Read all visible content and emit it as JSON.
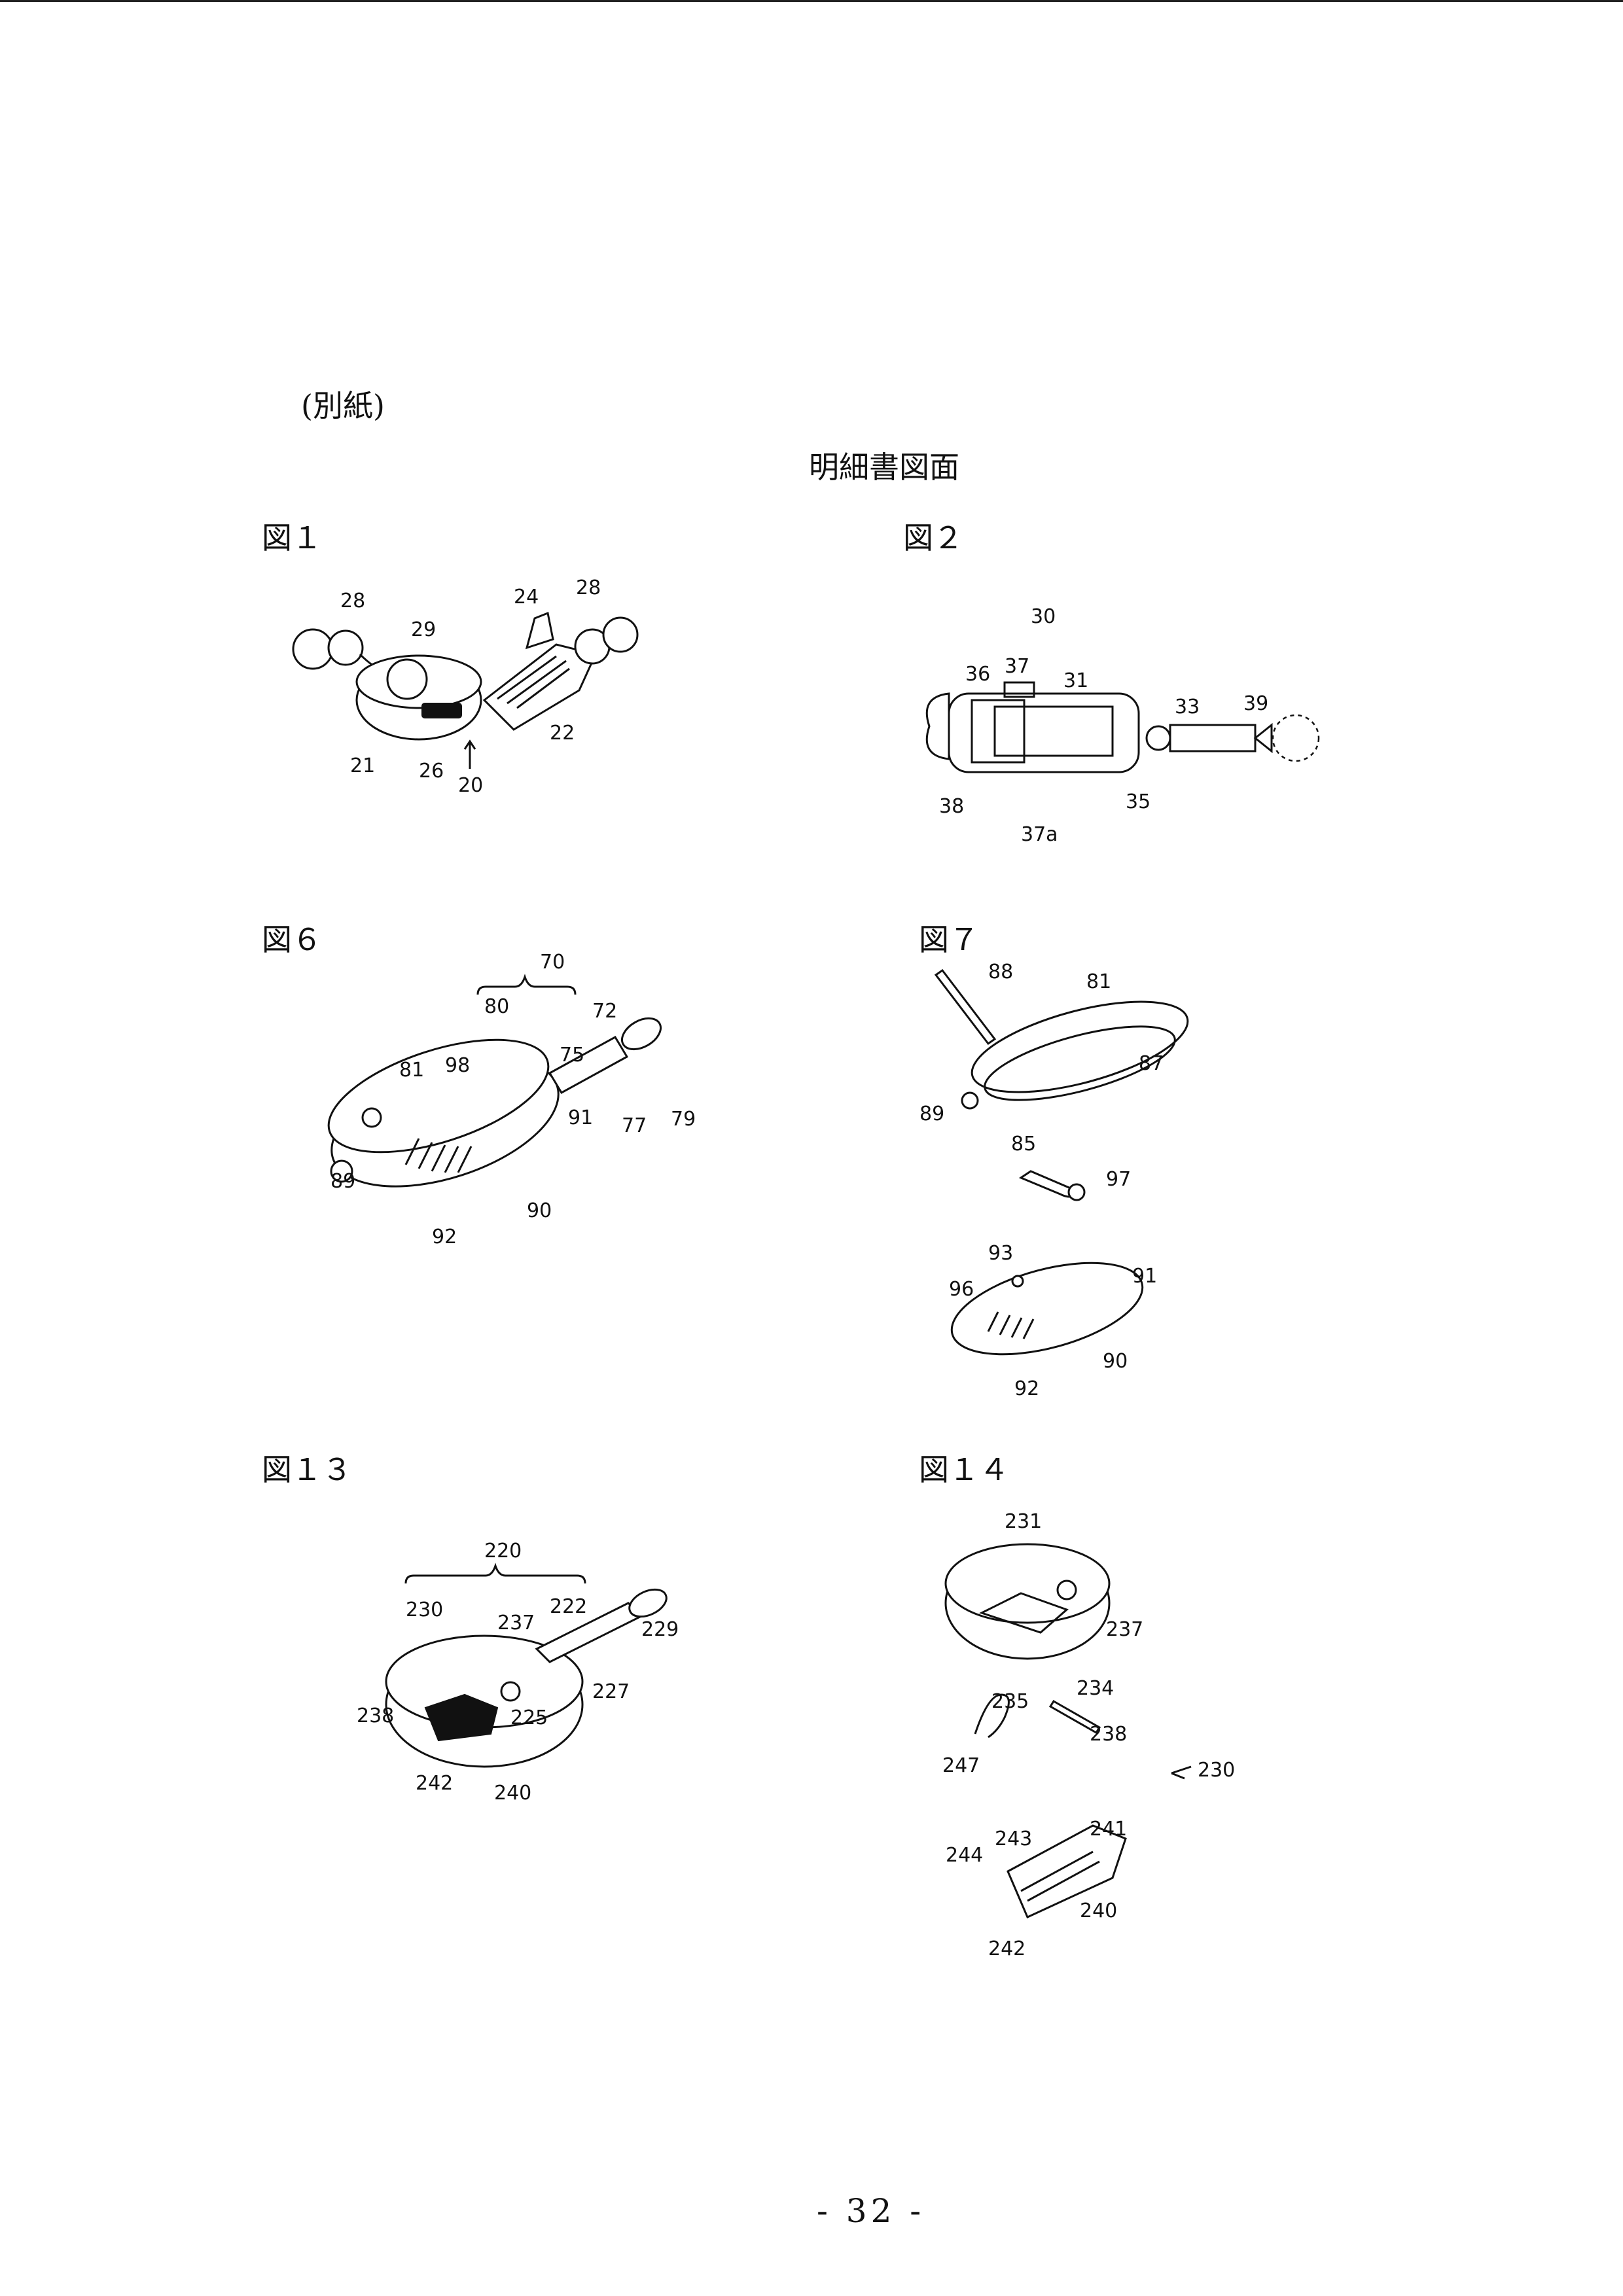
{
  "document": {
    "attachment_label": "(別紙)",
    "heading": "明細書図面",
    "page_number": "- 32 -"
  },
  "figures": [
    {
      "id": "fig1",
      "label": "図１",
      "refs": [
        "28",
        "29",
        "24",
        "28",
        "22",
        "21",
        "26",
        "20"
      ]
    },
    {
      "id": "fig2",
      "label": "図２",
      "refs": [
        "30",
        "36",
        "37",
        "31",
        "33",
        "39",
        "38",
        "35",
        "37a"
      ]
    },
    {
      "id": "fig6",
      "label": "図６",
      "refs": [
        "70",
        "80",
        "72",
        "81",
        "98",
        "75",
        "77",
        "79",
        "91",
        "89",
        "92",
        "90"
      ]
    },
    {
      "id": "fig7",
      "label": "図７",
      "refs": [
        "88",
        "81",
        "87",
        "89",
        "85",
        "97",
        "93",
        "91",
        "96",
        "92",
        "90"
      ]
    },
    {
      "id": "fig13",
      "label": "図１３",
      "refs": [
        "220",
        "230",
        "237",
        "222",
        "229",
        "227",
        "225",
        "238",
        "242",
        "240"
      ]
    },
    {
      "id": "fig14",
      "label": "図１４",
      "refs": [
        "231",
        "237",
        "234",
        "235",
        "238",
        "247",
        "230",
        "243",
        "241",
        "244",
        "240",
        "242"
      ]
    }
  ]
}
